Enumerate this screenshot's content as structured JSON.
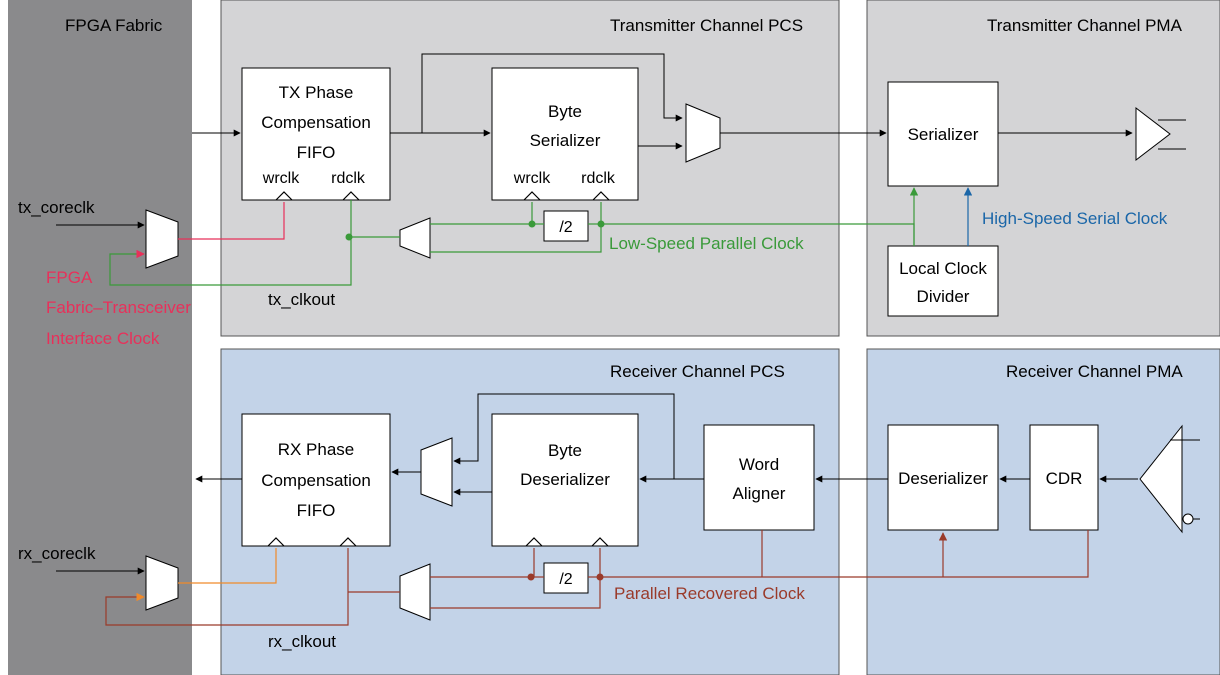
{
  "regions": {
    "fpga_fabric": "FPGA Fabric",
    "tx_pcs": "Transmitter Channel PCS",
    "tx_pma": "Transmitter Channel PMA",
    "rx_pcs": "Receiver Channel PCS",
    "rx_pma": "Receiver Channel PMA"
  },
  "tx": {
    "fifo_lines": [
      "TX Phase",
      "Compensation",
      "FIFO"
    ],
    "byte_ser_lines": [
      "Byte",
      "Serializer"
    ],
    "serializer": "Serializer",
    "divider_lines": [
      "Local Clock",
      "Divider"
    ],
    "wrclk": "wrclk",
    "rdclk": "rdclk",
    "div2": "/2",
    "coreclk": "tx_coreclk",
    "clkout": "tx_clkout",
    "low_speed_clock": "Low-Speed Parallel Clock",
    "high_speed_clock": "High-Speed Serial Clock",
    "interface_clock_lines": [
      "FPGA",
      "Fabric–Transceiver",
      "Interface Clock"
    ]
  },
  "rx": {
    "fifo_lines": [
      "RX Phase",
      "Compensation",
      "FIFO"
    ],
    "byte_deser_lines": [
      "Byte",
      "Deserializer"
    ],
    "word_aligner_lines": [
      "Word",
      "Aligner"
    ],
    "deserializer": "Deserializer",
    "cdr": "CDR",
    "div2": "/2",
    "coreclk": "rx_coreclk",
    "clkout": "rx_clkout",
    "recovered_clock": "Parallel Recovered Clock"
  },
  "colors": {
    "fabric": "#8a8a8c",
    "tx_bg": "#d4d4d6",
    "rx_bg": "#c3d3e8",
    "interface_clock": "#e8305a",
    "low_speed_clock": "#3a9a3a",
    "high_speed_clock": "#1a66a8",
    "rx_interface_clock": "#f08a2a",
    "recovered_clock": "#9a3a2a"
  }
}
